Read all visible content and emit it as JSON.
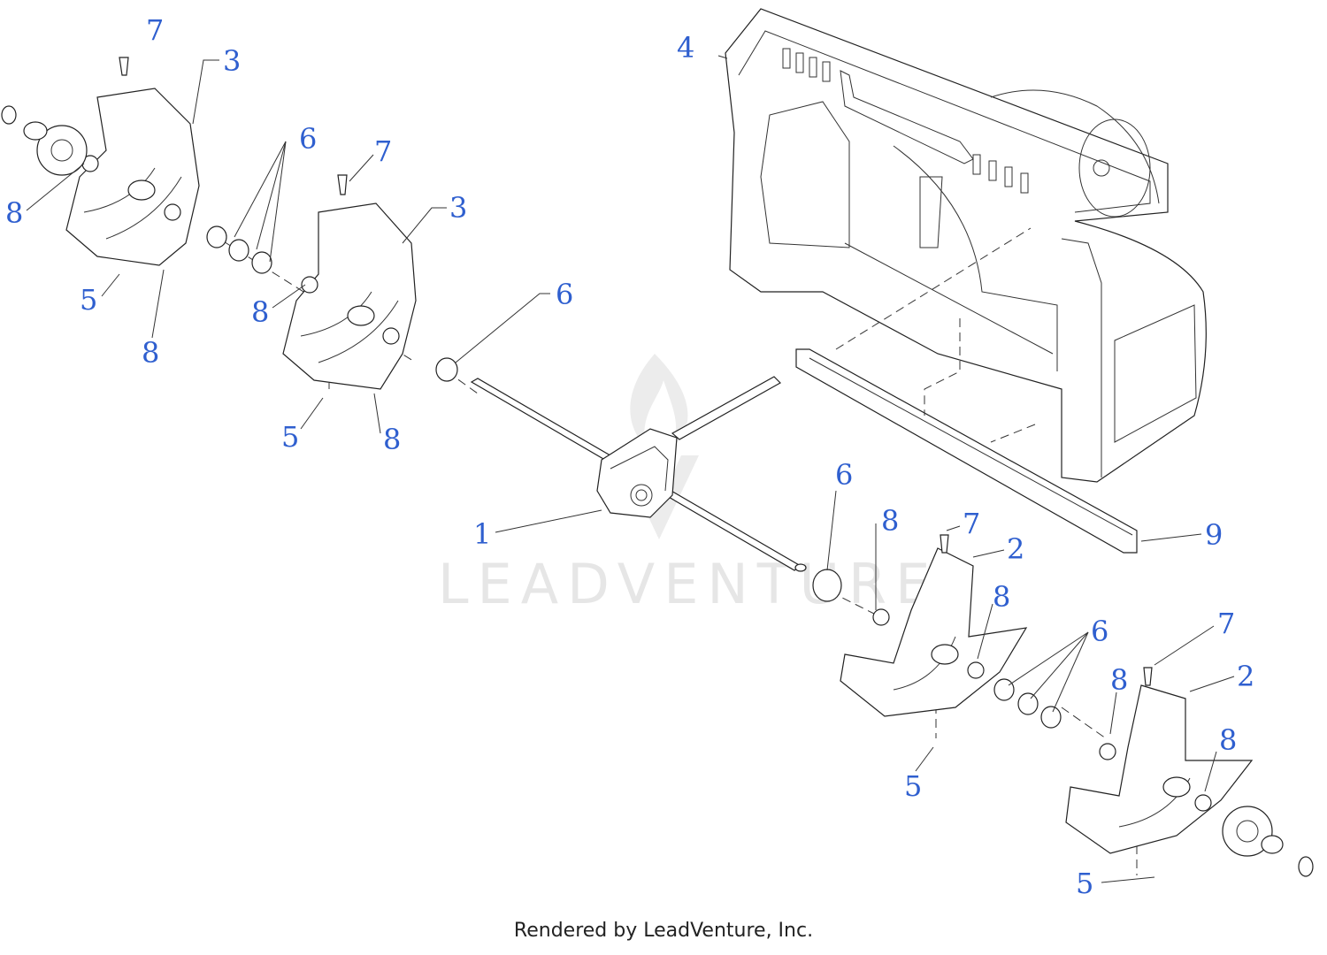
{
  "footer": "Rendered by LeadVenture, Inc.",
  "watermark": "LEADVENTURE",
  "callouts": [
    {
      "id": "c1",
      "label": "1"
    },
    {
      "id": "c2a",
      "label": "2"
    },
    {
      "id": "c2b",
      "label": "2"
    },
    {
      "id": "c3a",
      "label": "3"
    },
    {
      "id": "c3b",
      "label": "3"
    },
    {
      "id": "c4",
      "label": "4"
    },
    {
      "id": "c5a",
      "label": "5"
    },
    {
      "id": "c5b",
      "label": "5"
    },
    {
      "id": "c5c",
      "label": "5"
    },
    {
      "id": "c5d",
      "label": "5"
    },
    {
      "id": "c6a",
      "label": "6"
    },
    {
      "id": "c6b",
      "label": "6"
    },
    {
      "id": "c6c",
      "label": "6"
    },
    {
      "id": "c6d",
      "label": "6"
    },
    {
      "id": "c7a",
      "label": "7"
    },
    {
      "id": "c7b",
      "label": "7"
    },
    {
      "id": "c7c",
      "label": "7"
    },
    {
      "id": "c7d",
      "label": "7"
    },
    {
      "id": "c8a",
      "label": "8"
    },
    {
      "id": "c8b",
      "label": "8"
    },
    {
      "id": "c8c",
      "label": "8"
    },
    {
      "id": "c8d",
      "label": "8"
    },
    {
      "id": "c8e",
      "label": "8"
    },
    {
      "id": "c8f",
      "label": "8"
    },
    {
      "id": "c8g",
      "label": "8"
    },
    {
      "id": "c8h",
      "label": "8"
    },
    {
      "id": "c9",
      "label": "9"
    }
  ],
  "colors": {
    "callout": "#2f5fcf",
    "line": "#333333",
    "watermark": "#e6e6e6"
  }
}
